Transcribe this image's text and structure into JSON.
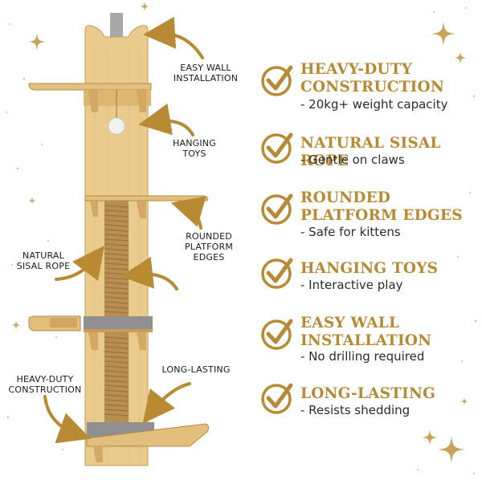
{
  "callouts": {
    "easy_wall": "EASY WALL\nINSTALLATION",
    "hanging_toys": "HANGING\nTOYS",
    "rounded": "ROUNDED\nPLATFORM\nEDGES",
    "natural_sisal": "NATURAL\nSISAL ROPE",
    "long_lasting": "LONG-LASTING",
    "heavy_duty": "HEAVY-DUTY\nCONSTRUCTION"
  },
  "features": [
    {
      "title": "HEAVY-DUTY\nCONSTRUCTION",
      "sub": "- 20kg+ weight capacity"
    },
    {
      "title": "NATURAL SISAL ROPE",
      "sub": "- Gentle on claws"
    },
    {
      "title": "ROUNDED\nPLATFORM EDGES",
      "sub": "- Safe for kittens"
    },
    {
      "title": "HANGING TOYS",
      "sub": "- Interactive play"
    },
    {
      "title": "EASY WALL\nINSTALLATION",
      "sub": "- No drilling required"
    },
    {
      "title": "LONG-LASTING",
      "sub": "- Resists shedding"
    }
  ],
  "colors": {
    "gold": "#b78a33",
    "wood": "#e6c68a",
    "wood_dark": "#c9a060",
    "sisal": "#b88f52",
    "carpet": "#8a8a8a"
  }
}
